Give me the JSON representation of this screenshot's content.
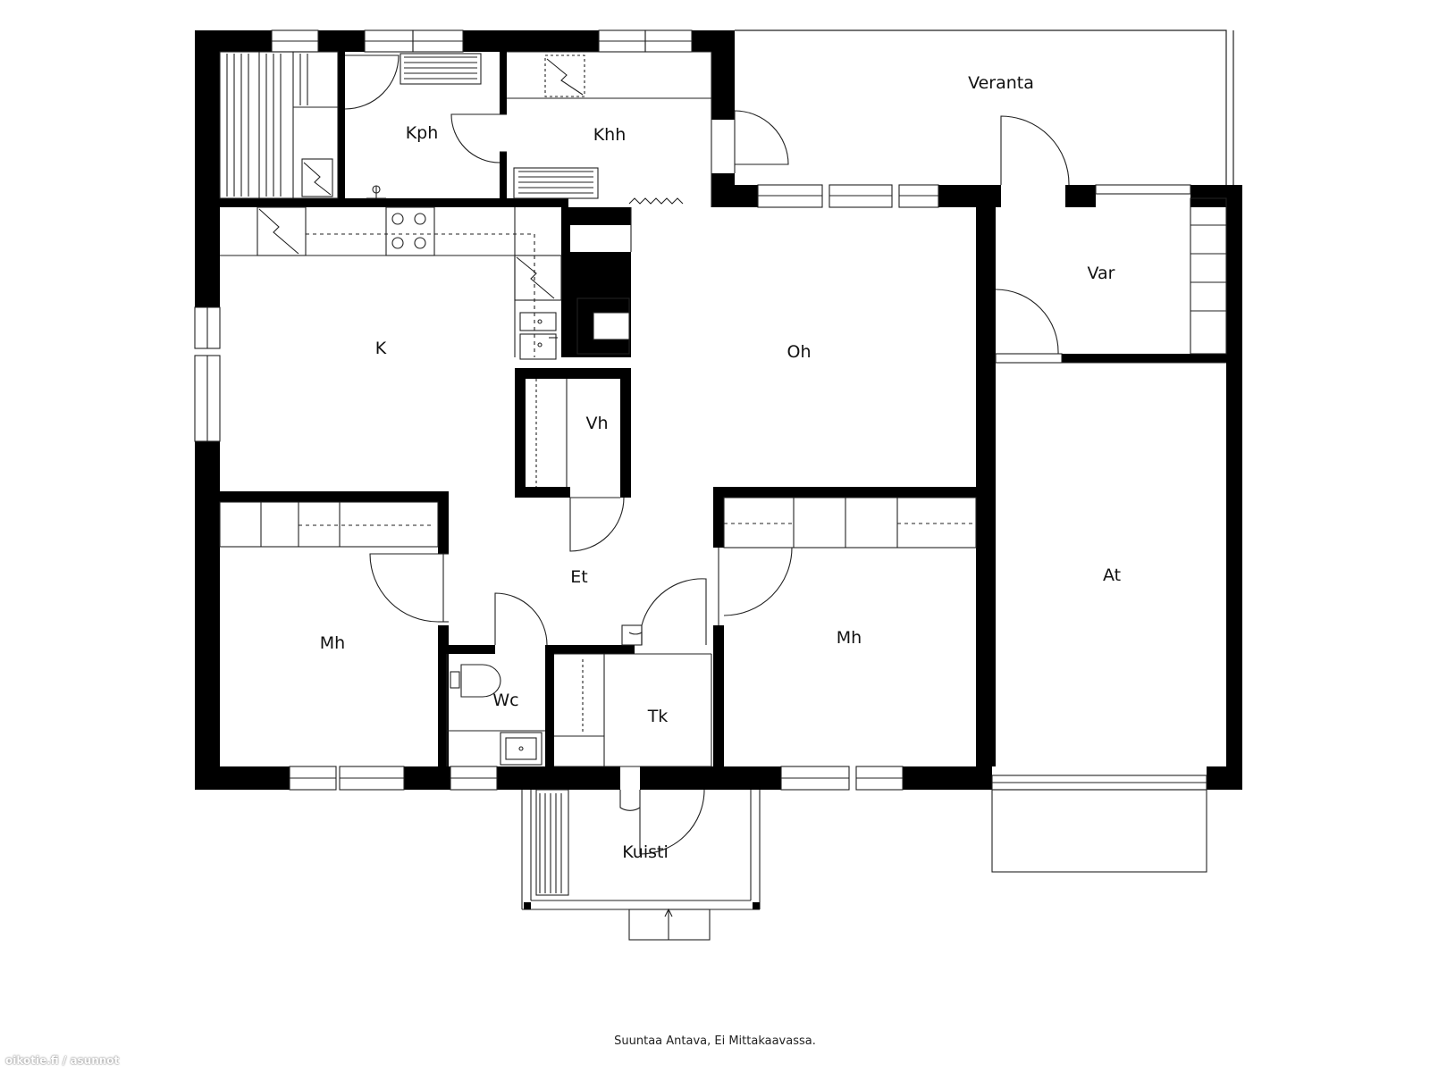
{
  "rooms": {
    "kph": "Kph",
    "khh": "Khh",
    "veranta": "Veranta",
    "k": "K",
    "oh": "Oh",
    "var": "Var",
    "vh": "Vh",
    "et": "Et",
    "at": "At",
    "mh_left": "Mh",
    "mh_right": "Mh",
    "wc": "Wc",
    "tk": "Tk",
    "kuisti": "Kuisti"
  },
  "caption": "Suuntaa Antava, Ei Mittakaavassa.",
  "watermark": "oikotie.fi / asunnot",
  "colors": {
    "wall": "#000000",
    "line": "#222222",
    "background": "#ffffff"
  }
}
